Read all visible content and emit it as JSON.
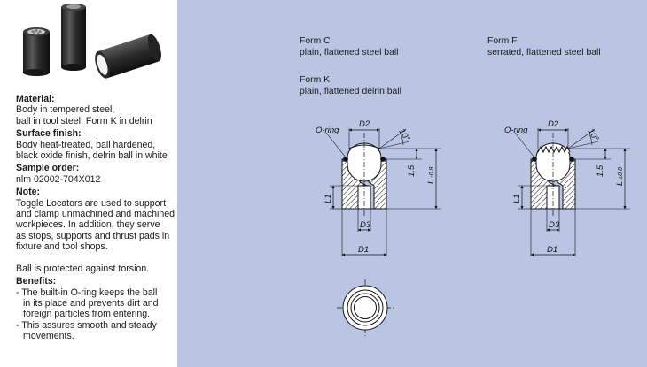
{
  "left": {
    "material_heading": "Material:",
    "material_lines": [
      "Body in tempered steel,",
      "ball in tool steel, Form K in delrin"
    ],
    "surface_heading": "Surface finish:",
    "surface_lines": [
      "Body heat-treated, ball hardened,",
      "black oxide finish, delrin ball in white"
    ],
    "sample_heading": "Sample order:",
    "sample_value": "nlm 02002-704X012",
    "note_heading": "Note:",
    "note_lines": [
      "Toggle Locators are used to support",
      "and clamp unmachined and machined",
      "workpieces. In addition, they serve",
      "as stops, supports and thrust pads in",
      "fixture and tool shops."
    ],
    "ball_note": "Ball is protected against torsion.",
    "benefits_heading": "Benefits:",
    "benefits": [
      [
        "- The built-in O-ring keeps the ball",
        "in its place and prevents dirt and",
        "foreign particles from entering."
      ],
      [
        "- This assures smooth and steady",
        "movements."
      ]
    ]
  },
  "forms": {
    "c_title": "Form C",
    "c_desc": "plain, flattened steel ball",
    "k_title": "Form K",
    "k_desc": "plain, flattened delrin ball",
    "f_title": "Form F",
    "f_desc": "serrated, flattened steel ball"
  },
  "drawing_labels": {
    "oring": "O-ring",
    "d1": "D1",
    "d2": "D2",
    "d3": "D3",
    "l1": "L1",
    "l": "L",
    "l_tol": "-0.8",
    "l_tol_plus": "±0.8",
    "h15": "1.5",
    "angle": "10°"
  },
  "colors": {
    "panel": "#b9c5e2",
    "line": "#111111"
  }
}
